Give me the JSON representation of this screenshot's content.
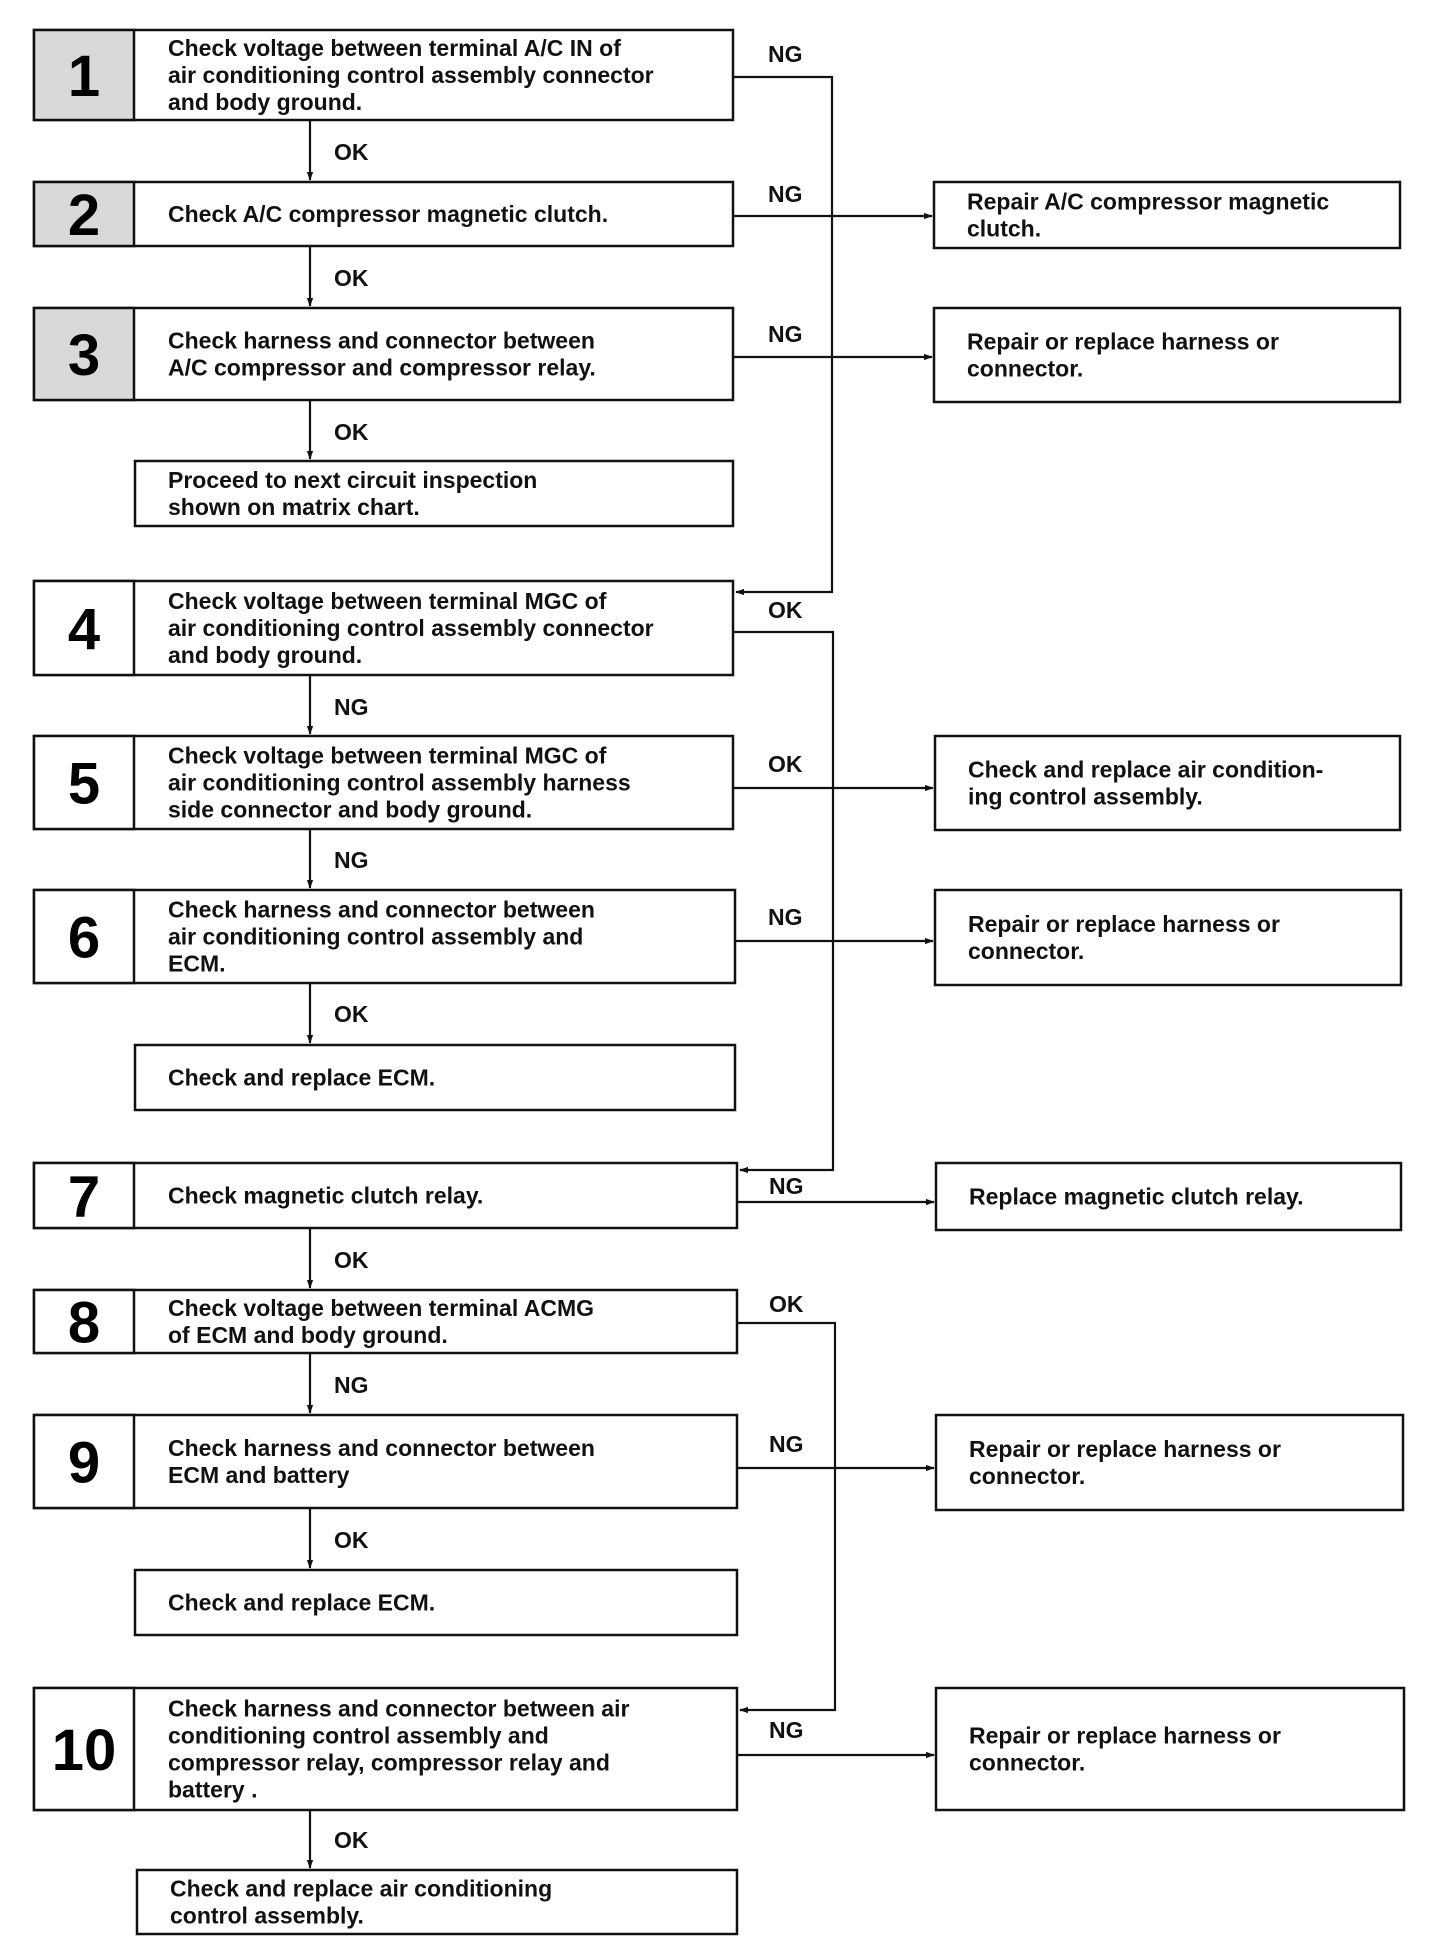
{
  "steps": [
    {
      "num": "1",
      "lines": [
        "Check voltage between terminal A/C IN of",
        "air conditioning control assembly connector",
        "and body ground."
      ]
    },
    {
      "num": "2",
      "lines": [
        "Check A/C compressor magnetic clutch."
      ]
    },
    {
      "num": "3",
      "lines": [
        "Check harness and connector between",
        "A/C compressor and compressor relay."
      ]
    },
    {
      "num": "4",
      "lines": [
        "Check voltage between terminal MGC of",
        "air conditioning control assembly connector",
        "and body ground."
      ]
    },
    {
      "num": "5",
      "lines": [
        "Check voltage between terminal MGC of",
        "air conditioning control assembly harness",
        "side connector and body ground."
      ]
    },
    {
      "num": "6",
      "lines": [
        "Check harness and connector between",
        "air conditioning control assembly and",
        "ECM."
      ]
    },
    {
      "num": "7",
      "lines": [
        "Check magnetic clutch relay."
      ]
    },
    {
      "num": "8",
      "lines": [
        "Check voltage between terminal ACMG",
        "of ECM and body ground."
      ]
    },
    {
      "num": "9",
      "lines": [
        "Check harness and connector between",
        "ECM and battery"
      ]
    },
    {
      "num": "10",
      "lines": [
        "Check harness and connector between air",
        "conditioning control assembly and",
        "compressor relay, compressor relay and",
        "battery                        ."
      ]
    }
  ],
  "results": [
    {
      "lines": [
        "Proceed to next circuit inspection",
        "shown on matrix chart."
      ]
    },
    {
      "lines": [
        "Check and replace ECM."
      ]
    },
    {
      "lines": [
        "Check and replace ECM."
      ]
    },
    {
      "lines": [
        "Check and replace air conditioning",
        "control assembly."
      ]
    }
  ],
  "actions": [
    {
      "lines": [
        "Repair A/C compressor magnetic",
        "clutch."
      ]
    },
    {
      "lines": [
        "Repair or replace harness or",
        "connector."
      ]
    },
    {
      "lines": [
        "Check and replace air condition-",
        "ing control assembly."
      ]
    },
    {
      "lines": [
        "Repair or replace harness or",
        "connector."
      ]
    },
    {
      "lines": [
        "Replace magnetic clutch relay."
      ]
    },
    {
      "lines": [
        "Repair or replace harness or",
        "connector."
      ]
    },
    {
      "lines": [
        "Repair or replace harness or",
        "connector."
      ]
    }
  ],
  "labels": [
    {
      "text": "NG"
    },
    {
      "text": "OK"
    },
    {
      "text": "NG"
    },
    {
      "text": "OK"
    },
    {
      "text": "NG"
    },
    {
      "text": "OK"
    },
    {
      "text": "OK"
    },
    {
      "text": "NG"
    },
    {
      "text": "OK"
    },
    {
      "text": "NG"
    },
    {
      "text": "NG"
    },
    {
      "text": "OK"
    },
    {
      "text": "NG"
    },
    {
      "text": "OK"
    },
    {
      "text": "OK"
    },
    {
      "text": "NG"
    },
    {
      "text": "NG"
    },
    {
      "text": "OK"
    },
    {
      "text": "NG"
    },
    {
      "text": "OK"
    }
  ]
}
